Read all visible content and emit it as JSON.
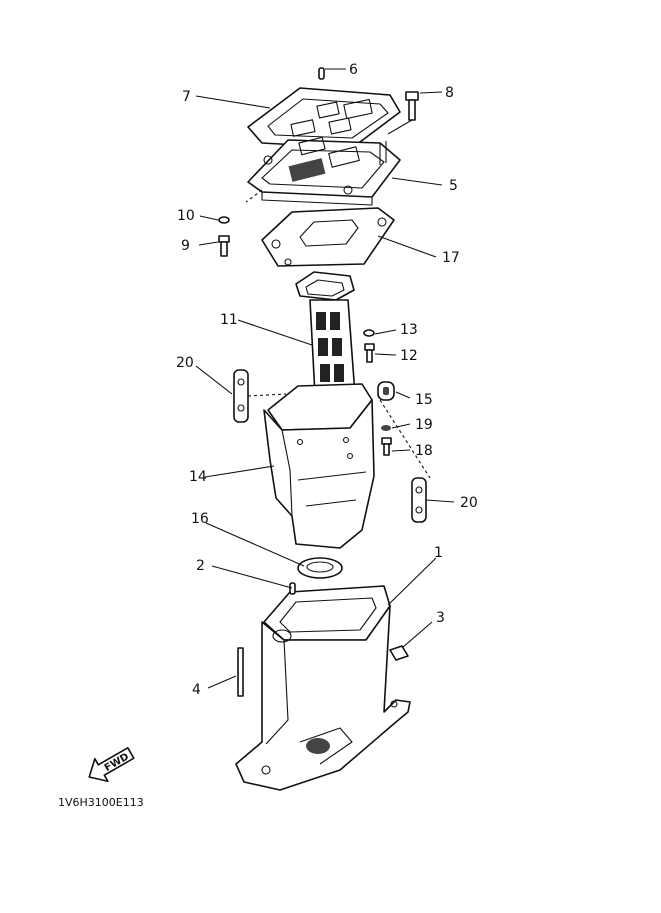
{
  "callouts": [
    "1",
    "2",
    "3",
    "4",
    "5",
    "6",
    "7",
    "8",
    "9",
    "10",
    "11",
    "12",
    "13",
    "14",
    "15",
    "16",
    "17",
    "18",
    "19",
    "20",
    "20"
  ],
  "direction_label": "FWD",
  "diagram_code": "1V6H3100E113"
}
